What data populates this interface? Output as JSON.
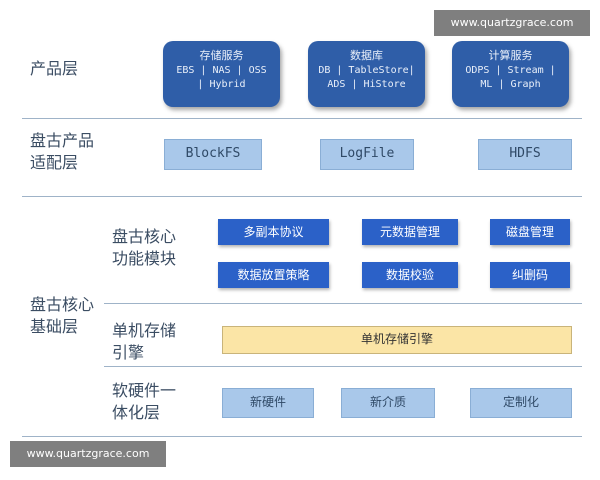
{
  "watermark_top": "www.quartzgrace.com",
  "watermark_bottom": "www.quartzgrace.com",
  "layers": {
    "product": "产品层",
    "adapt_line1": "盘古产品",
    "adapt_line2": "适配层",
    "core_func_line1": "盘古核心",
    "core_func_line2": "功能模块",
    "core_base_line1": "盘古核心",
    "core_base_line2": "基础层",
    "standalone_line1": "单机存储",
    "standalone_line2": "引擎",
    "hw_line1": "软硬件一",
    "hw_line2": "体化层"
  },
  "products": [
    {
      "title": "存储服务",
      "line1": "EBS | NAS | OSS",
      "line2": "| Hybrid"
    },
    {
      "title": "数据库",
      "line1": "DB | TableStore|",
      "line2": "ADS | HiStore"
    },
    {
      "title": "计算服务",
      "line1": "ODPS | Stream |",
      "line2": "ML | Graph"
    }
  ],
  "adapters": [
    "BlockFS",
    "LogFile",
    "HDFS"
  ],
  "core_modules": [
    "多副本协议",
    "元数据管理",
    "磁盘管理",
    "数据放置策略",
    "数据校验",
    "纠删码"
  ],
  "engine": "单机存储引擎",
  "hardware": [
    "新硬件",
    "新介质",
    "定制化"
  ],
  "colors": {
    "product_box": "#2f5ea8",
    "module_box": "#2b61c8",
    "adapter_box": "#a9c8ea",
    "engine_box": "#fbe5a6",
    "divider": "#9fb3c8"
  }
}
